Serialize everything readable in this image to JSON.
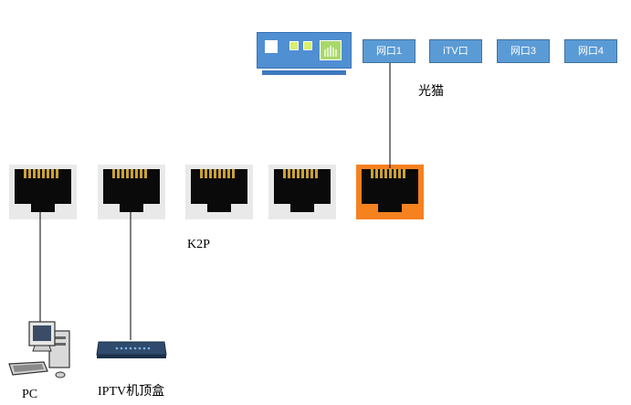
{
  "modem": {
    "label": "光猫",
    "ports": [
      "网口1",
      "iTV口",
      "网口3",
      "网口4"
    ]
  },
  "router": {
    "label": "K2P",
    "port_count": 5,
    "wan_color": "#f5811f",
    "lan_color": "#e9e9e9"
  },
  "devices": {
    "pc_label": "PC",
    "stb_label": "IPTV机顶盒"
  },
  "colors": {
    "modem_body": "#4f8fd2",
    "port_label_bg": "#5b9bd5",
    "line": "#000000"
  }
}
